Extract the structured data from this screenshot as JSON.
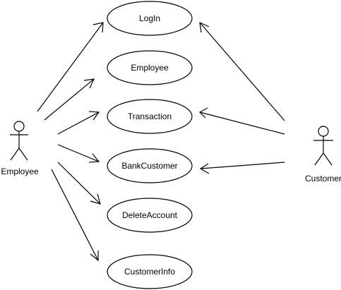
{
  "diagram": {
    "actors": {
      "employee": "Employee",
      "customer": "Customer"
    },
    "use_cases": {
      "login": "LogIn",
      "employee": "Employee",
      "transaction": "Transaction",
      "bank_customer": "BankCustomer",
      "delete_account": "DeleteAccount",
      "customer_info": "CustomerInfo"
    }
  },
  "colors": {
    "stroke": "#000000",
    "fill": "#ffffff"
  }
}
